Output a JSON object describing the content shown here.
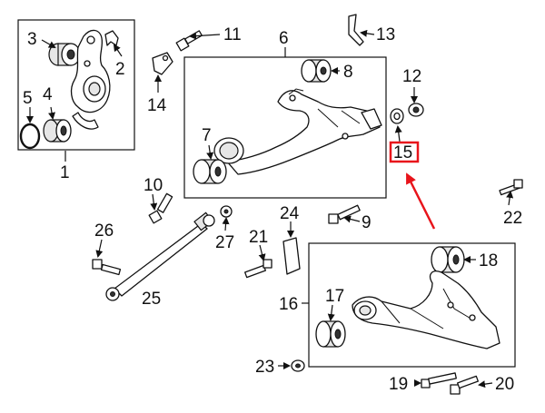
{
  "callouts": {
    "c1": "1",
    "c2": "2",
    "c3": "3",
    "c4": "4",
    "c5": "5",
    "c6": "6",
    "c7": "7",
    "c8": "8",
    "c9": "9",
    "c10": "10",
    "c11": "11",
    "c12": "12",
    "c13": "13",
    "c14": "14",
    "c15": "15",
    "c16": "16",
    "c17": "17",
    "c18": "18",
    "c19": "19",
    "c20": "20",
    "c21": "21",
    "c22": "22",
    "c23": "23",
    "c24": "24",
    "c25": "25",
    "c26": "26",
    "c27": "27"
  },
  "highlight": {
    "part": "15",
    "color": "#e8141b"
  }
}
